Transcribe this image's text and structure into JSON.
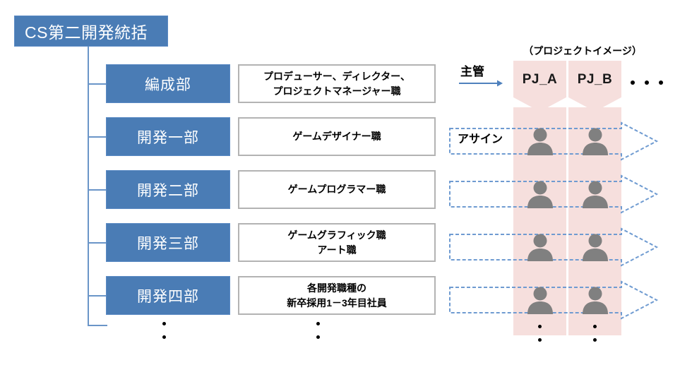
{
  "org": {
    "head": {
      "label": "CS第二開発統括"
    },
    "departments": [
      {
        "name": "編成部",
        "roles": [
          "プロデューサー、ディレクター、",
          "プロジェクトマネージャー職"
        ]
      },
      {
        "name": "開発一部",
        "roles": [
          "ゲームデザイナー職"
        ]
      },
      {
        "name": "開発二部",
        "roles": [
          "ゲームプログラマー職"
        ]
      },
      {
        "name": "開発三部",
        "roles": [
          "ゲームグラフィック職",
          "アート職"
        ]
      },
      {
        "name": "開発四部",
        "roles": [
          "各開発職種の",
          "新卒採用1－3年目社員"
        ]
      }
    ],
    "more_indicator": "・・（縦）"
  },
  "projects": {
    "caption": "（プロジェクトイメージ）",
    "supervision_label": "主管",
    "assign_label": "アサイン",
    "columns": [
      {
        "label": "PJ_A"
      },
      {
        "label": "PJ_B"
      }
    ],
    "more_label": "・・・",
    "assignment_rows": 4
  },
  "colors": {
    "header_blue": "#4a7cb5",
    "box_border_blue": "#5b8ac4",
    "connector_blue": "#6a95c8",
    "desc_border_gray": "#b3b3b3",
    "project_pink": "#f6dfdd",
    "person_gray": "#808080",
    "arrow_blue": "#4f81bd"
  }
}
